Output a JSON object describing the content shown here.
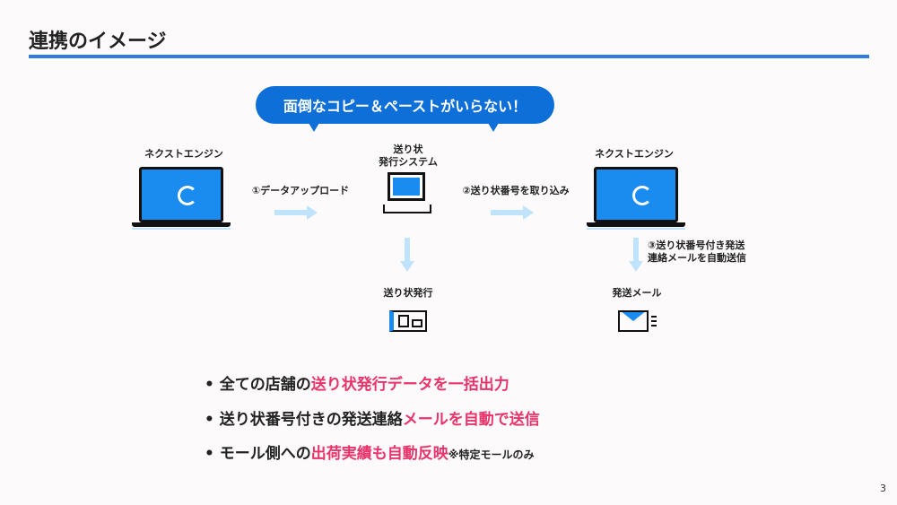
{
  "title": "連携のイメージ",
  "bubble": "面倒なコピー＆ペーストがいらない！",
  "nodes": {
    "left": "ネクストエンジン",
    "center": "送り状\n発行システム",
    "right": "ネクストエンジン",
    "print": "送り状発行",
    "mail": "発送メール"
  },
  "steps": {
    "s1": "①データアップロード",
    "s2": "②送り状番号を取り込み",
    "s3": "③送り状番号付き発送\n連絡メールを自動送信"
  },
  "bullets": [
    {
      "dot": "•",
      "text": "全ての店舗の",
      "highlight": "送り状発行データを一括出力",
      "note": ""
    },
    {
      "dot": "•",
      "text": "送り状番号付きの発送連絡",
      "highlight": "メールを自動で送信",
      "note": ""
    },
    {
      "dot": "•",
      "text": "モール側への",
      "highlight": "出荷実績も自動反映",
      "note": "※特定モールのみ"
    }
  ],
  "colors": {
    "accent": "#2f7de1",
    "bubble": "#0f6fd8",
    "highlight": "#e8336b",
    "arrow": "#bfe3fb"
  },
  "page_number": "3"
}
